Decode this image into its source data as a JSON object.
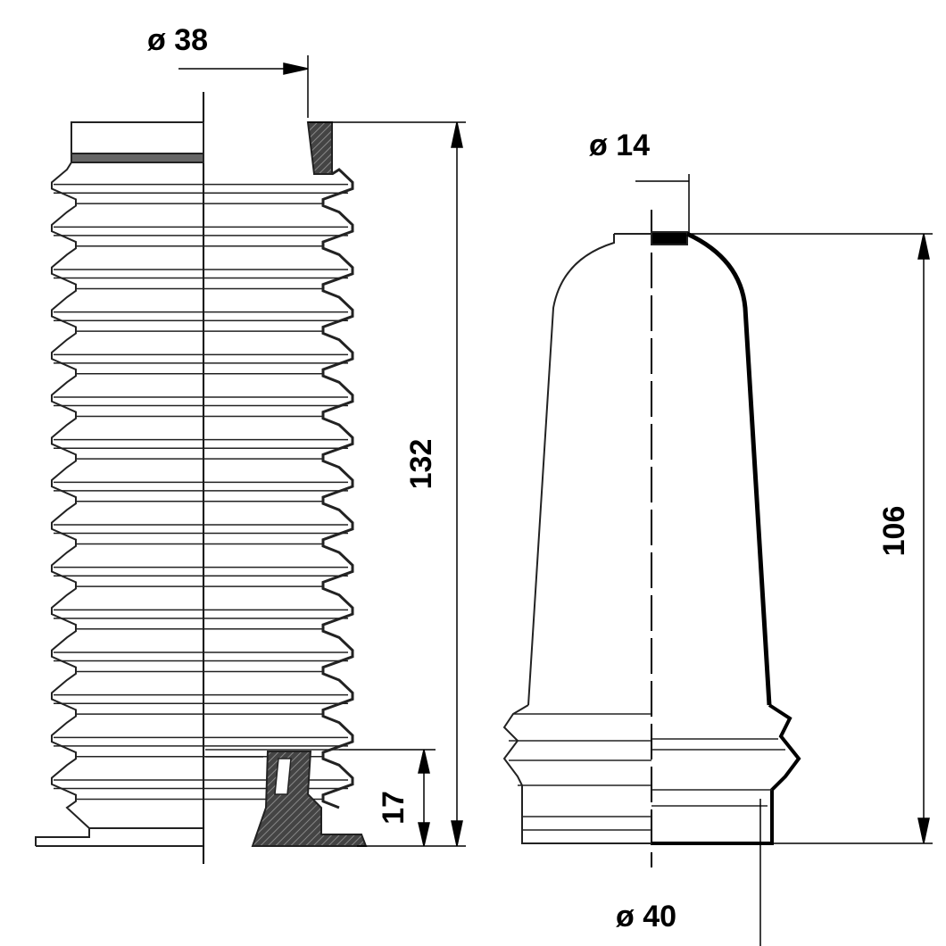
{
  "left_part": {
    "diameter_label": "ø 38",
    "height_label": "132",
    "collar_height_label": "17"
  },
  "right_part": {
    "top_diameter_label": "ø 14",
    "height_label": "106",
    "bottom_diameter_label": "ø 40"
  }
}
